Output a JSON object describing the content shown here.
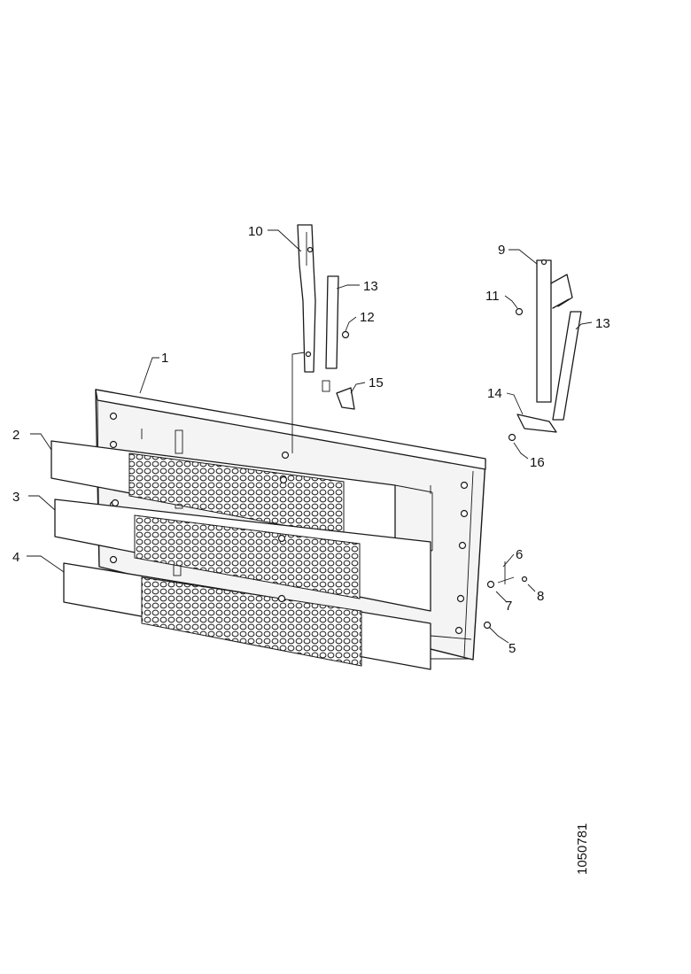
{
  "drawing": {
    "callouts": {
      "c1": "1",
      "c2": "2",
      "c3": "3",
      "c4": "4",
      "c5": "5",
      "c6": "6",
      "c7": "7",
      "c8": "8",
      "c9": "9",
      "c10": "10",
      "c11": "11",
      "c12": "12",
      "c13a": "13",
      "c13b": "13",
      "c14": "14",
      "c15": "15",
      "c16": "16"
    },
    "document_number": "1050781"
  }
}
